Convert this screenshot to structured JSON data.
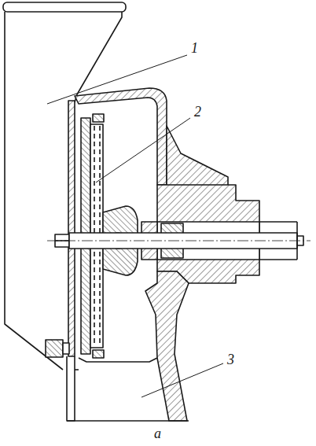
{
  "diagram": {
    "labels": [
      "1",
      "2",
      "3",
      "а"
    ]
  }
}
